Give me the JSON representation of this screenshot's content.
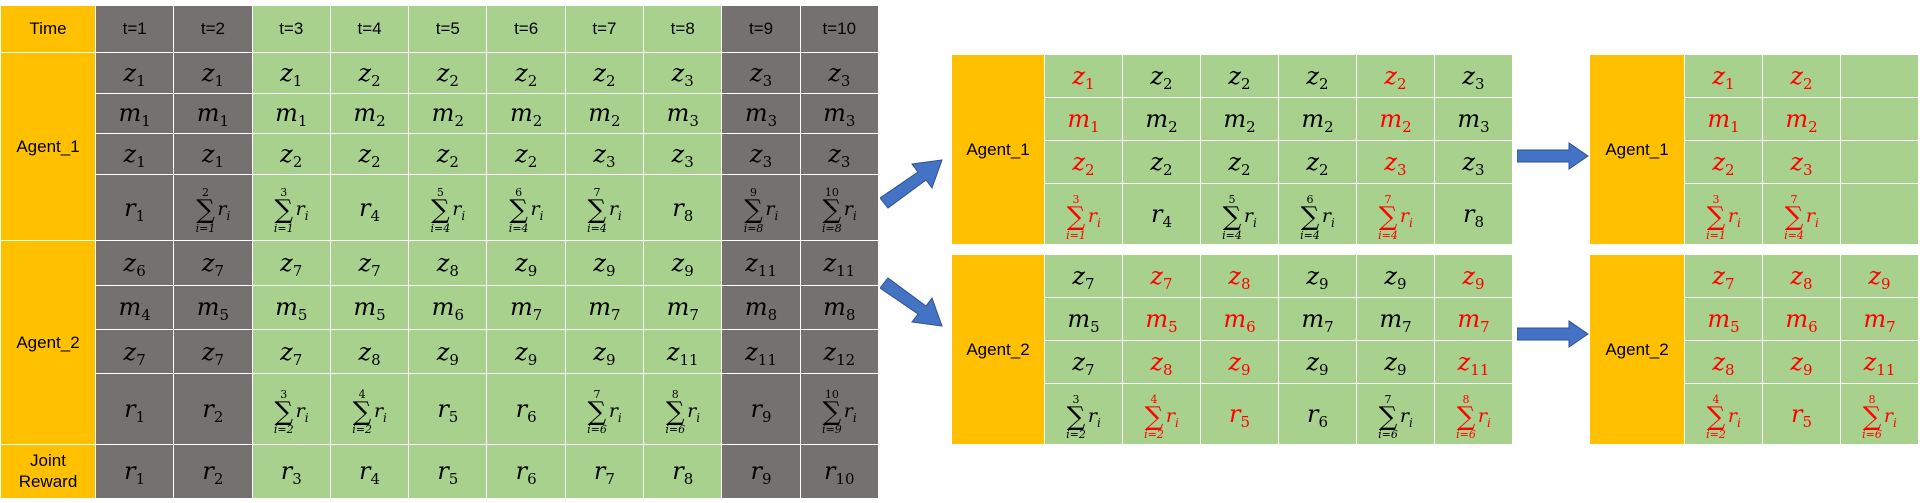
{
  "colors": {
    "green": "#a9d18e",
    "dark": "#767171",
    "orange": "#ffc000",
    "red": "#ff0000",
    "arrow": "#4472c4"
  },
  "main_table": {
    "header_label": "Time",
    "time_steps": [
      "t=1",
      "t=2",
      "t=3",
      "t=4",
      "t=5",
      "t=6",
      "t=7",
      "t=8",
      "t=9",
      "t=10"
    ],
    "step_shading": [
      "dark",
      "dark",
      "green",
      "green",
      "green",
      "green",
      "green",
      "green",
      "dark",
      "dark"
    ],
    "agents": [
      {
        "label": "Agent_1",
        "rows": [
          [
            {
              "v": "z",
              "s": "1"
            },
            {
              "v": "z",
              "s": "1"
            },
            {
              "v": "z",
              "s": "1"
            },
            {
              "v": "z",
              "s": "2"
            },
            {
              "v": "z",
              "s": "2"
            },
            {
              "v": "z",
              "s": "2"
            },
            {
              "v": "z",
              "s": "2"
            },
            {
              "v": "z",
              "s": "3"
            },
            {
              "v": "z",
              "s": "3"
            },
            {
              "v": "z",
              "s": "3"
            }
          ],
          [
            {
              "v": "m",
              "s": "1"
            },
            {
              "v": "m",
              "s": "1"
            },
            {
              "v": "m",
              "s": "1"
            },
            {
              "v": "m",
              "s": "2"
            },
            {
              "v": "m",
              "s": "2"
            },
            {
              "v": "m",
              "s": "2"
            },
            {
              "v": "m",
              "s": "2"
            },
            {
              "v": "m",
              "s": "3"
            },
            {
              "v": "m",
              "s": "3"
            },
            {
              "v": "m",
              "s": "3"
            }
          ],
          [
            {
              "v": "z",
              "s": "1"
            },
            {
              "v": "z",
              "s": "1"
            },
            {
              "v": "z",
              "s": "2"
            },
            {
              "v": "z",
              "s": "2"
            },
            {
              "v": "z",
              "s": "2"
            },
            {
              "v": "z",
              "s": "2"
            },
            {
              "v": "z",
              "s": "3"
            },
            {
              "v": "z",
              "s": "3"
            },
            {
              "v": "z",
              "s": "3"
            },
            {
              "v": "z",
              "s": "3"
            }
          ],
          [
            {
              "v": "r",
              "s": "1"
            },
            {
              "sum": "2",
              "lo": "i=1"
            },
            {
              "sum": "3",
              "lo": "i=1"
            },
            {
              "v": "r",
              "s": "4"
            },
            {
              "sum": "5",
              "lo": "i=4"
            },
            {
              "sum": "6",
              "lo": "i=4"
            },
            {
              "sum": "7",
              "lo": "i=4"
            },
            {
              "v": "r",
              "s": "8"
            },
            {
              "sum": "9",
              "lo": "i=8"
            },
            {
              "sum": "10",
              "lo": "i=8"
            }
          ]
        ]
      },
      {
        "label": "Agent_2",
        "rows": [
          [
            {
              "v": "z",
              "s": "6"
            },
            {
              "v": "z",
              "s": "7"
            },
            {
              "v": "z",
              "s": "7"
            },
            {
              "v": "z",
              "s": "7"
            },
            {
              "v": "z",
              "s": "8"
            },
            {
              "v": "z",
              "s": "9"
            },
            {
              "v": "z",
              "s": "9"
            },
            {
              "v": "z",
              "s": "9"
            },
            {
              "v": "z",
              "s": "11"
            },
            {
              "v": "z",
              "s": "11"
            }
          ],
          [
            {
              "v": "m",
              "s": "4"
            },
            {
              "v": "m",
              "s": "5"
            },
            {
              "v": "m",
              "s": "5"
            },
            {
              "v": "m",
              "s": "5"
            },
            {
              "v": "m",
              "s": "6"
            },
            {
              "v": "m",
              "s": "7"
            },
            {
              "v": "m",
              "s": "7"
            },
            {
              "v": "m",
              "s": "7"
            },
            {
              "v": "m",
              "s": "8"
            },
            {
              "v": "m",
              "s": "8"
            }
          ],
          [
            {
              "v": "z",
              "s": "7"
            },
            {
              "v": "z",
              "s": "7"
            },
            {
              "v": "z",
              "s": "7"
            },
            {
              "v": "z",
              "s": "8"
            },
            {
              "v": "z",
              "s": "9"
            },
            {
              "v": "z",
              "s": "9"
            },
            {
              "v": "z",
              "s": "9"
            },
            {
              "v": "z",
              "s": "11"
            },
            {
              "v": "z",
              "s": "11"
            },
            {
              "v": "z",
              "s": "12"
            }
          ],
          [
            {
              "v": "r",
              "s": "1"
            },
            {
              "v": "r",
              "s": "2"
            },
            {
              "sum": "3",
              "lo": "i=2"
            },
            {
              "sum": "4",
              "lo": "i=2"
            },
            {
              "v": "r",
              "s": "5"
            },
            {
              "v": "r",
              "s": "6"
            },
            {
              "sum": "7",
              "lo": "i=6"
            },
            {
              "sum": "8",
              "lo": "i=6"
            },
            {
              "v": "r",
              "s": "9"
            },
            {
              "sum": "10",
              "lo": "i=9"
            }
          ]
        ]
      }
    ],
    "joint_reward": {
      "label": "Joint Reward",
      "cells": [
        {
          "v": "r",
          "s": "1"
        },
        {
          "v": "r",
          "s": "2"
        },
        {
          "v": "r",
          "s": "3"
        },
        {
          "v": "r",
          "s": "4"
        },
        {
          "v": "r",
          "s": "5"
        },
        {
          "v": "r",
          "s": "6"
        },
        {
          "v": "r",
          "s": "7"
        },
        {
          "v": "r",
          "s": "8"
        },
        {
          "v": "r",
          "s": "9"
        },
        {
          "v": "r",
          "s": "10"
        }
      ]
    }
  },
  "middle_table": {
    "agents": [
      {
        "label": "Agent_1",
        "rows": [
          [
            {
              "v": "z",
              "s": "1",
              "red": true
            },
            {
              "v": "z",
              "s": "2"
            },
            {
              "v": "z",
              "s": "2"
            },
            {
              "v": "z",
              "s": "2"
            },
            {
              "v": "z",
              "s": "2",
              "red": true
            },
            {
              "v": "z",
              "s": "3"
            }
          ],
          [
            {
              "v": "m",
              "s": "1",
              "red": true
            },
            {
              "v": "m",
              "s": "2"
            },
            {
              "v": "m",
              "s": "2"
            },
            {
              "v": "m",
              "s": "2"
            },
            {
              "v": "m",
              "s": "2",
              "red": true
            },
            {
              "v": "m",
              "s": "3"
            }
          ],
          [
            {
              "v": "z",
              "s": "2",
              "red": true
            },
            {
              "v": "z",
              "s": "2"
            },
            {
              "v": "z",
              "s": "2"
            },
            {
              "v": "z",
              "s": "2"
            },
            {
              "v": "z",
              "s": "3",
              "red": true
            },
            {
              "v": "z",
              "s": "3"
            }
          ],
          [
            {
              "sum": "3",
              "lo": "i=1",
              "red": true
            },
            {
              "v": "r",
              "s": "4"
            },
            {
              "sum": "5",
              "lo": "i=4"
            },
            {
              "sum": "6",
              "lo": "i=4"
            },
            {
              "sum": "7",
              "lo": "i=4",
              "red": true
            },
            {
              "v": "r",
              "s": "8"
            }
          ]
        ]
      },
      {
        "label": "Agent_2",
        "rows": [
          [
            {
              "v": "z",
              "s": "7"
            },
            {
              "v": "z",
              "s": "7",
              "red": true
            },
            {
              "v": "z",
              "s": "8",
              "red": true
            },
            {
              "v": "z",
              "s": "9"
            },
            {
              "v": "z",
              "s": "9"
            },
            {
              "v": "z",
              "s": "9",
              "red": true
            }
          ],
          [
            {
              "v": "m",
              "s": "5"
            },
            {
              "v": "m",
              "s": "5",
              "red": true
            },
            {
              "v": "m",
              "s": "6",
              "red": true
            },
            {
              "v": "m",
              "s": "7"
            },
            {
              "v": "m",
              "s": "7"
            },
            {
              "v": "m",
              "s": "7",
              "red": true
            }
          ],
          [
            {
              "v": "z",
              "s": "7"
            },
            {
              "v": "z",
              "s": "8",
              "red": true
            },
            {
              "v": "z",
              "s": "9",
              "red": true
            },
            {
              "v": "z",
              "s": "9"
            },
            {
              "v": "z",
              "s": "9"
            },
            {
              "v": "z",
              "s": "11",
              "red": true
            }
          ],
          [
            {
              "sum": "3",
              "lo": "i=2"
            },
            {
              "sum": "4",
              "lo": "i=2",
              "red": true
            },
            {
              "v": "r",
              "s": "5",
              "red": true
            },
            {
              "v": "r",
              "s": "6"
            },
            {
              "sum": "7",
              "lo": "i=6"
            },
            {
              "sum": "8",
              "lo": "i=6",
              "red": true
            }
          ]
        ]
      }
    ]
  },
  "right_table": {
    "agents": [
      {
        "label": "Agent_1",
        "rows": [
          [
            {
              "v": "z",
              "s": "1",
              "red": true
            },
            {
              "v": "z",
              "s": "2",
              "red": true
            },
            {}
          ],
          [
            {
              "v": "m",
              "s": "1",
              "red": true
            },
            {
              "v": "m",
              "s": "2",
              "red": true
            },
            {}
          ],
          [
            {
              "v": "z",
              "s": "2",
              "red": true
            },
            {
              "v": "z",
              "s": "3",
              "red": true
            },
            {}
          ],
          [
            {
              "sum": "3",
              "lo": "i=1",
              "red": true
            },
            {
              "sum": "7",
              "lo": "i=4",
              "red": true
            },
            {}
          ]
        ]
      },
      {
        "label": "Agent_2",
        "rows": [
          [
            {
              "v": "z",
              "s": "7",
              "red": true
            },
            {
              "v": "z",
              "s": "8",
              "red": true
            },
            {
              "v": "z",
              "s": "9",
              "red": true
            }
          ],
          [
            {
              "v": "m",
              "s": "5",
              "red": true
            },
            {
              "v": "m",
              "s": "6",
              "red": true
            },
            {
              "v": "m",
              "s": "7",
              "red": true
            }
          ],
          [
            {
              "v": "z",
              "s": "8",
              "red": true
            },
            {
              "v": "z",
              "s": "9",
              "red": true
            },
            {
              "v": "z",
              "s": "11",
              "red": true
            }
          ],
          [
            {
              "sum": "4",
              "lo": "i=2",
              "red": true
            },
            {
              "v": "r",
              "s": "5",
              "red": true
            },
            {
              "sum": "8",
              "lo": "i=6",
              "red": true
            }
          ]
        ]
      }
    ]
  }
}
